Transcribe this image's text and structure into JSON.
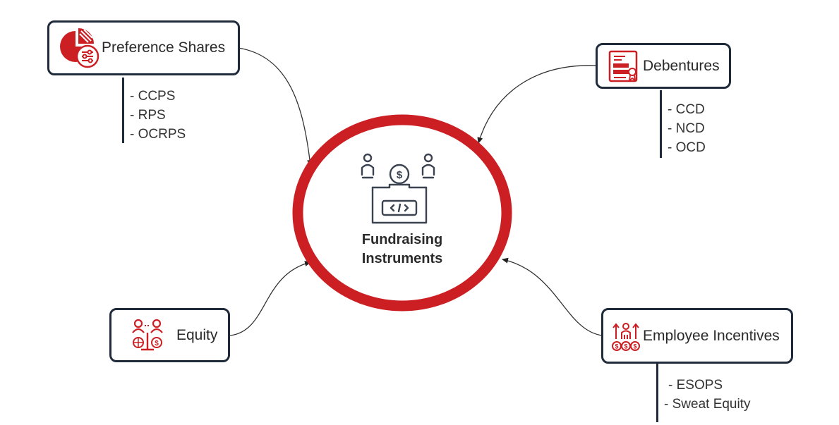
{
  "center": {
    "title_line1": "Fundraising",
    "title_line2": "Instruments",
    "ring_color": "#cc1f24",
    "icon": "fundraising-donation-box-icon"
  },
  "nodes": {
    "preference_shares": {
      "label": "Preference Shares",
      "icon": "pie-chart-settings-icon",
      "items": [
        "- CCPS",
        "- RPS",
        "- OCRPS"
      ]
    },
    "debentures": {
      "label": "Debentures",
      "icon": "certificate-document-icon",
      "items": [
        "- CCD",
        "- NCD",
        "- OCD"
      ]
    },
    "equity": {
      "label": "Equity",
      "icon": "people-scale-icon"
    },
    "employee_incentives": {
      "label": "Employee Incentives",
      "icon": "people-growth-icon",
      "items": [
        "- ESOPS",
        "- Sweat Equity"
      ]
    }
  },
  "colors": {
    "accent": "#cc1f24",
    "border": "#1f2b3a",
    "icon_dark": "#3b4350"
  }
}
